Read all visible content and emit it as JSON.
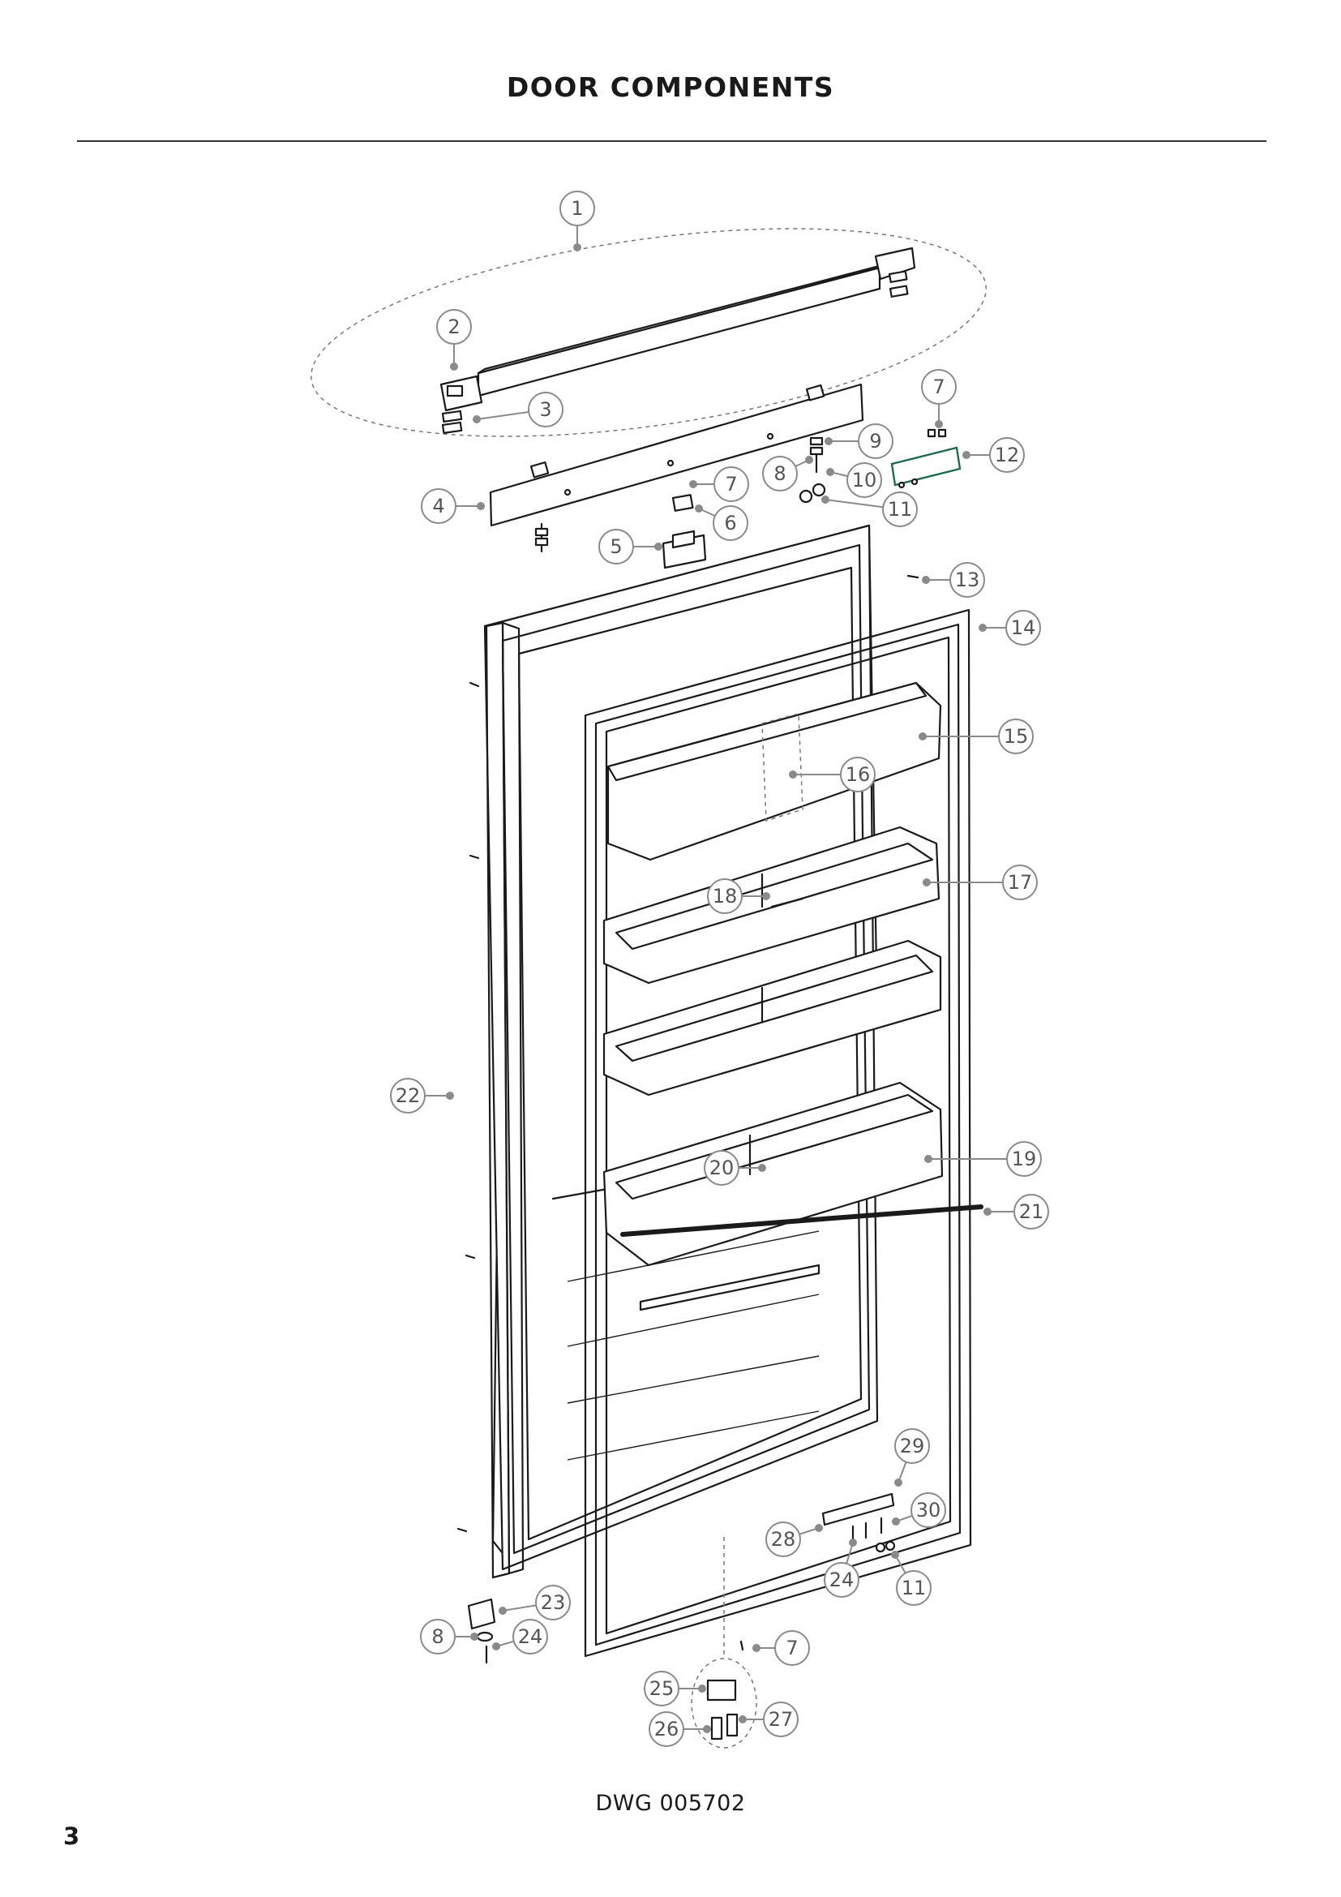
{
  "header": {
    "title": "DOOR COMPONENTS"
  },
  "footer": {
    "drawing_number": "DWG 005702",
    "page_number": "3"
  },
  "callouts": [
    {
      "label": "1"
    },
    {
      "label": "2"
    },
    {
      "label": "3"
    },
    {
      "label": "4"
    },
    {
      "label": "5"
    },
    {
      "label": "6"
    },
    {
      "label": "7"
    },
    {
      "label": "7"
    },
    {
      "label": "7"
    },
    {
      "label": "8"
    },
    {
      "label": "8"
    },
    {
      "label": "9"
    },
    {
      "label": "10"
    },
    {
      "label": "11"
    },
    {
      "label": "11"
    },
    {
      "label": "12"
    },
    {
      "label": "13"
    },
    {
      "label": "14"
    },
    {
      "label": "15"
    },
    {
      "label": "16"
    },
    {
      "label": "17"
    },
    {
      "label": "18"
    },
    {
      "label": "19"
    },
    {
      "label": "20"
    },
    {
      "label": "21"
    },
    {
      "label": "22"
    },
    {
      "label": "23"
    },
    {
      "label": "24"
    },
    {
      "label": "24"
    },
    {
      "label": "25"
    },
    {
      "label": "26"
    },
    {
      "label": "27"
    },
    {
      "label": "28"
    },
    {
      "label": "29"
    },
    {
      "label": "30"
    }
  ]
}
